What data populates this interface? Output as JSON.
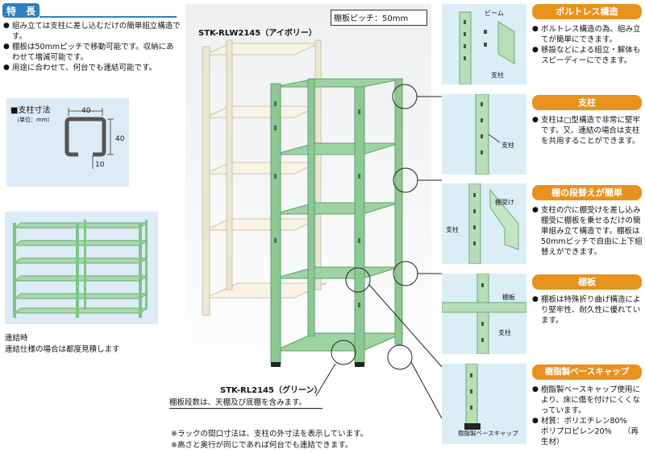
{
  "features": {
    "title": "特　長",
    "items": [
      "組み立ては支柱に差し込むだけの簡単組立構造です。",
      "棚板は50mmピッチで移動可能です。収納にあわせて増減可能です。",
      "用途に合わせて、何台でも連結可能です。"
    ]
  },
  "post_dims": {
    "title": "■支柱寸法",
    "unit": "（単位：mm）",
    "width": "40",
    "height": "40",
    "lip": "10"
  },
  "connected": {
    "caption_1": "連結時",
    "caption_2": "連結仕様の場合は都度見積します"
  },
  "main": {
    "pitch_label": "棚板ピッチ：50mm",
    "ivory_model": "STK-RLW2145（アイボリー）",
    "green_model": "STK-RL2145（グリーン）",
    "shelf_note": "棚板段数は、天棚及び底棚を含みます。",
    "notes": [
      "※ラックの間口寸法は、支柱の外寸法を表示しています。",
      "※高さと奥行が同じであれば何台でも連結できます。"
    ]
  },
  "sections": [
    {
      "title": "ボルトレス構造",
      "items": [
        "ボルトレス構造の為、組み立てが簡単にできます。",
        "移設などによる組立・解体もスピーディーにできます。"
      ],
      "labels": [
        "ビーム",
        "支柱"
      ]
    },
    {
      "title": "支柱",
      "items": [
        "支柱は□型構造で非常に堅牢です。又、連結の場合は支柱を共用することができます。"
      ],
      "labels": [
        "支柱"
      ]
    },
    {
      "title": "棚の段替えが簡単",
      "items": [
        "支柱の穴に棚受けを差し込み棚受に棚板を乗せるだけの簡単組み立て構造です。棚板は50mmピッチで自由に上下組替えができます。"
      ],
      "labels": [
        "棚受け",
        "支柱"
      ]
    },
    {
      "title": "棚板",
      "items": [
        "棚板は特殊折り曲げ構造により堅牢性、耐久性に優れています。"
      ],
      "labels": [
        "棚板",
        "支柱"
      ]
    },
    {
      "title": "樹脂製ベースキャップ",
      "items": [
        "樹脂製ベースキャップ使用により、床に傷を付けにくくなっています。",
        "材質：ポリエチレン80%　　ポリプロピレン20%　　（再生材）"
      ],
      "labels": [
        "樹脂製ベースキャップ"
      ]
    }
  ],
  "colors": {
    "accent_orange": "#e8921e",
    "rack_green": "#9cd2a2",
    "rack_ivory": "#f4f1e4",
    "panel_blue": "#dbeef6",
    "features_bg": "#dcebf5"
  }
}
